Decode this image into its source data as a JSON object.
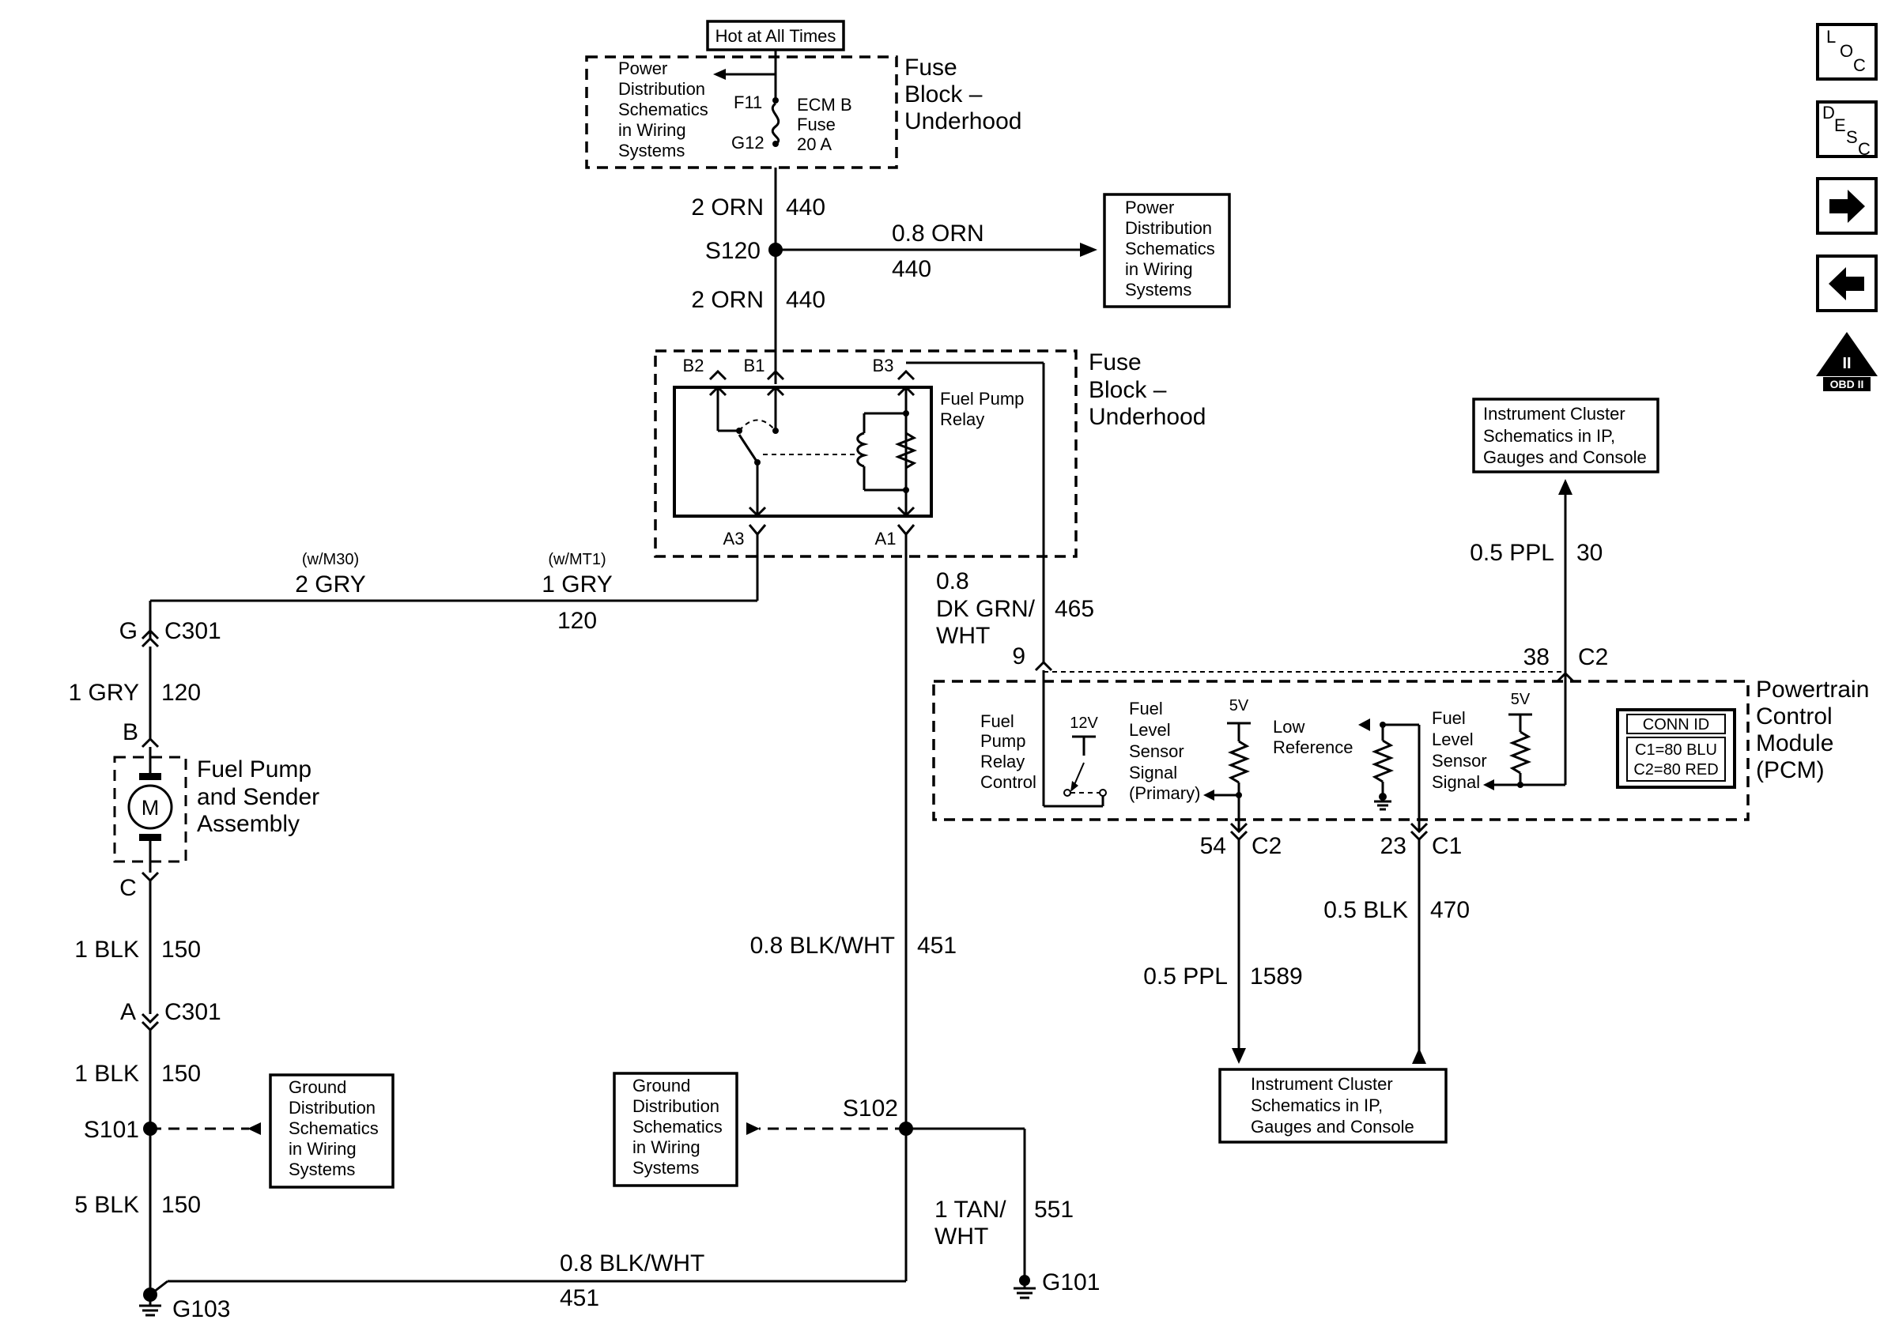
{
  "hot_at_all_times": "Hot at All Times",
  "power_dist_ref": [
    "Power",
    "Distribution",
    "Schematics",
    "in Wiring",
    "Systems"
  ],
  "ground_dist_ref": [
    "Ground",
    "Distribution",
    "Schematics",
    "in Wiring",
    "Systems"
  ],
  "ic_ref": [
    "Instrument Cluster",
    "Schematics in IP,",
    "Gauges and Console"
  ],
  "fuse_block_top": {
    "name": [
      "Fuse",
      "Block –",
      "Underhood"
    ],
    "fuse_label": [
      "ECM B",
      "Fuse",
      "20 A"
    ],
    "f11": "F11",
    "g12": "G12"
  },
  "fuse_block_relay": {
    "name": [
      "Fuse",
      "Block –",
      "Underhood"
    ],
    "relay_name": [
      "Fuel Pump",
      "Relay"
    ],
    "b2": "B2",
    "b1": "B1",
    "b3": "B3",
    "a3": "A3",
    "a1": "A1"
  },
  "wires": {
    "orn2_top": "2 ORN",
    "c440_top": "440",
    "s120": "S120",
    "orn08": "0.8 ORN",
    "c440_right": "440",
    "orn2_mid": "2 ORN",
    "c440_mid": "440",
    "wm30": "(w/M30)",
    "gry2": "2 GRY",
    "wmt1": "(w/MT1)",
    "gry1_top": "1 GRY",
    "c120_top": "120",
    "g_pin": "G",
    "c301_top": "C301",
    "gry1_left": "1 GRY",
    "c120_left": "120",
    "b_pin": "B",
    "c_pin": "C",
    "blk1_a": "1 BLK",
    "c150_a": "150",
    "a_pin": "A",
    "c301_bot": "C301",
    "blk1_b": "1 BLK",
    "c150_b": "150",
    "s101": "S101",
    "blk5": "5 BLK",
    "c150_c": "150",
    "g103": "G103",
    "dkgrn_1": "0.8",
    "dkgrn_2": "DK GRN/",
    "dkgrn_3": "WHT",
    "c465": "465",
    "blkwht_a": "0.8 BLK/WHT",
    "c451_a": "451",
    "s102": "S102",
    "tan_1": "1 TAN/",
    "tan_2": "WHT",
    "c551": "551",
    "g101": "G101",
    "blkwht_b": "0.8 BLK/WHT",
    "c451_b": "451",
    "ppl05_top": "0.5 PPL",
    "c30": "30",
    "ppl05_bot": "0.5 PPL",
    "c1589": "1589",
    "blk05": "0.5 BLK",
    "c470": "470"
  },
  "pump": {
    "name": [
      "Fuel Pump",
      "and Sender",
      "Assembly"
    ],
    "motor": "M"
  },
  "pcm": {
    "name": [
      "Powertrain",
      "Control",
      "Module",
      "(PCM)"
    ],
    "pin9": "9",
    "pin38": "38",
    "c2_top": "C2",
    "pin54": "54",
    "c2_bot": "C2",
    "pin23": "23",
    "c1_bot": "C1",
    "relay_ctrl": [
      "Fuel",
      "Pump",
      "Relay",
      "Control"
    ],
    "v12": "12V",
    "fls_primary": [
      "Fuel",
      "Level",
      "Sensor",
      "Signal",
      "(Primary)"
    ],
    "v5_a": "5V",
    "low_ref": [
      "Low",
      "Reference"
    ],
    "fls_signal": [
      "Fuel",
      "Level",
      "Sensor",
      "Signal"
    ],
    "v5_b": "5V",
    "conn_title": "CONN ID",
    "conn_c1": "C1=80 BLU",
    "conn_c2": "C2=80 RED"
  },
  "nav": {
    "loc": [
      "L",
      "O",
      "C"
    ],
    "desc": [
      "D",
      "E",
      "S",
      "C"
    ],
    "obd_roman": "II",
    "obd_text": "OBD II"
  }
}
